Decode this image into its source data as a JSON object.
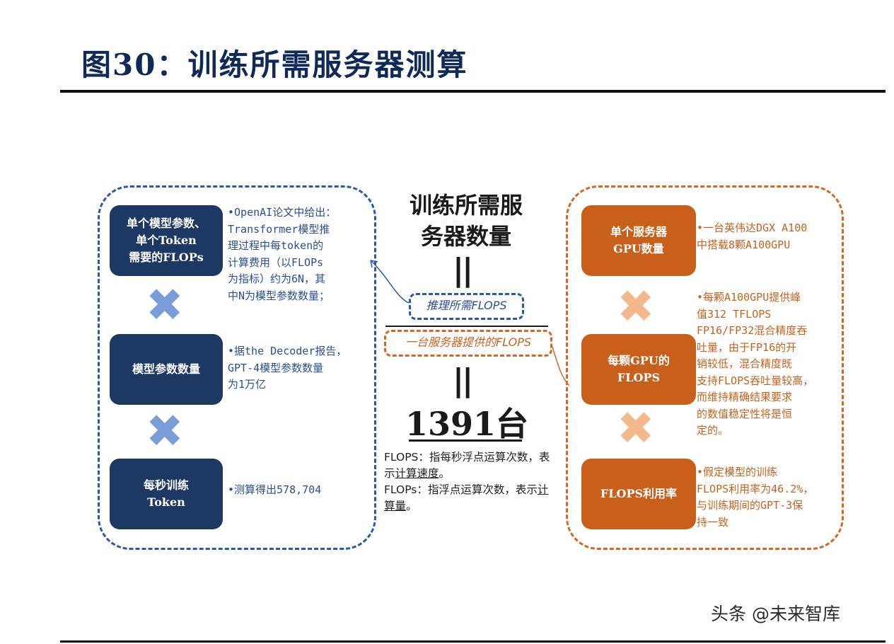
{
  "title": "图30：训练所需服务器测算",
  "left": {
    "boxes": [
      {
        "label": "单个模型参数、\n单个Token\n需要的FLOPs"
      },
      {
        "label": "模型参数数量"
      },
      {
        "label": "每秒训练\nToken"
      }
    ],
    "notes": [
      "•OpenAI论文中给出：\nTransformer模型推\n理过程中每token的\n计算费用（以FLOPs\n为指标）约为6N，其\n中N为模型参数数量；",
      "•据the Decoder报告，\nGPT-4模型参数数量\n为1万亿",
      "•测算得出578,704"
    ],
    "multiply_symbol": "✖"
  },
  "center": {
    "heading": "训练所需服\n务器数量",
    "equals": "||",
    "numerator": "推理所需FLOPS",
    "denominator": "一台服务器提供的FLOPS",
    "result": "1391台",
    "definitions": {
      "line1_prefix": "FLOPS：指每秒浮点运算次数，表示",
      "line1_term": "计算速度",
      "line1_suffix": "。",
      "line2_prefix": "FLOPs：指浮点运算次数，表示",
      "line2_term": "计算量",
      "line2_suffix": "。"
    }
  },
  "right": {
    "boxes": [
      {
        "label": "单个服务器\nGPU数量"
      },
      {
        "label": "每颗GPU的\nFLOPS"
      },
      {
        "label": "FLOPS利用率"
      }
    ],
    "notes": [
      "•一台英伟达DGX A100\n中搭载8颗A100GPU",
      "•每颗A100GPU提供峰\n值312 TFLOPS\nFP16/FP32混合精度吞\n吐量，由于FP16的开\n销较低，混合精度既\n支持FLOPS吞吐量较高，\n而维持精确结果要求\n的数值稳定性将是恒\n定的。",
      "•假定模型的训练\nFLOPS利用率为46.2%，\n与训练期间的GPT-3保\n持一致"
    ],
    "multiply_symbol": "✖"
  },
  "watermark": "头条 @未来智库",
  "colors": {
    "navy": "#1e3864",
    "blue_dash": "#2a5aa6",
    "orange": "#c8601c",
    "orange_dash": "#d16a28",
    "blue_cross": "#7a9cd8",
    "orange_cross": "#f3b98c"
  }
}
